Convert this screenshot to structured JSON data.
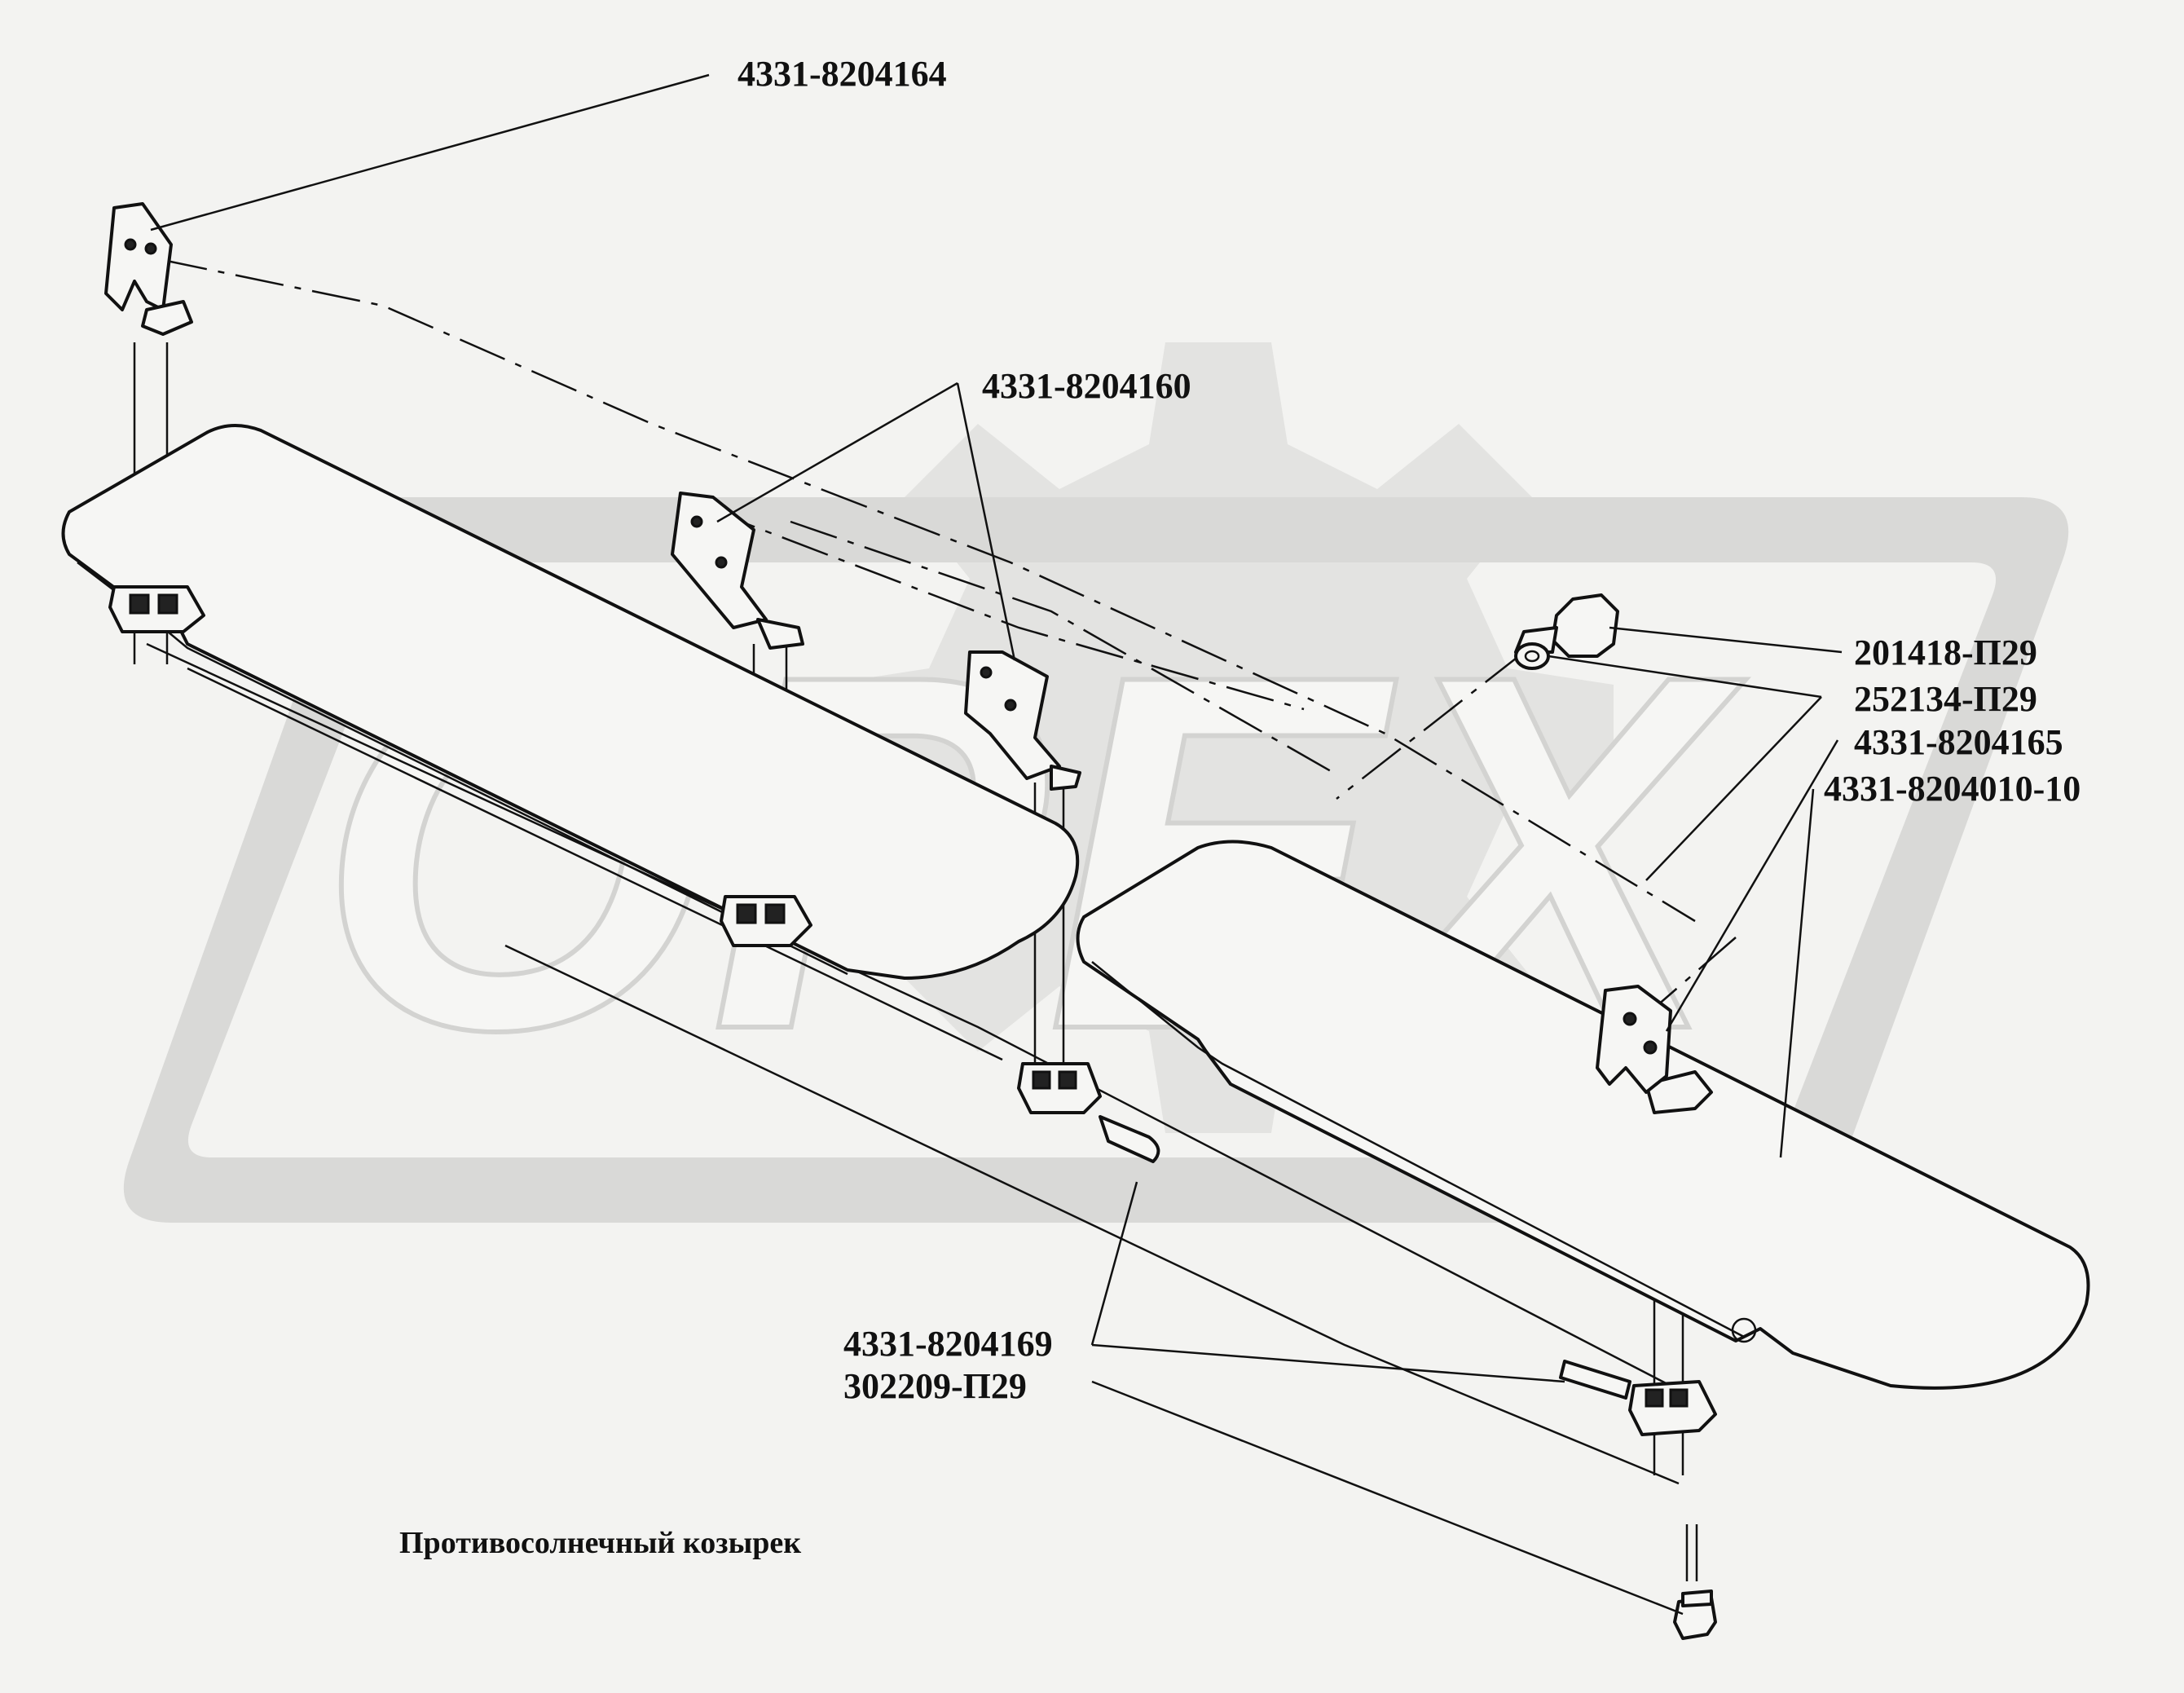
{
  "labels": {
    "visor_bracket": "4331-8204164",
    "middle_brackets": "4331-8204160",
    "bolt": "201418-П29",
    "washer": "252134-П29",
    "right_bracket": "4331-8204165",
    "visor_assembly": "4331-8204010-10",
    "clip": "4331-8204169",
    "screw": "302209-П29"
  },
  "caption": "Противосолнечный козырек",
  "watermark": {
    "text": "OPEX",
    "color": "#d9d9d7"
  },
  "colors": {
    "background": "#f3f3f1",
    "line": "#111111"
  }
}
